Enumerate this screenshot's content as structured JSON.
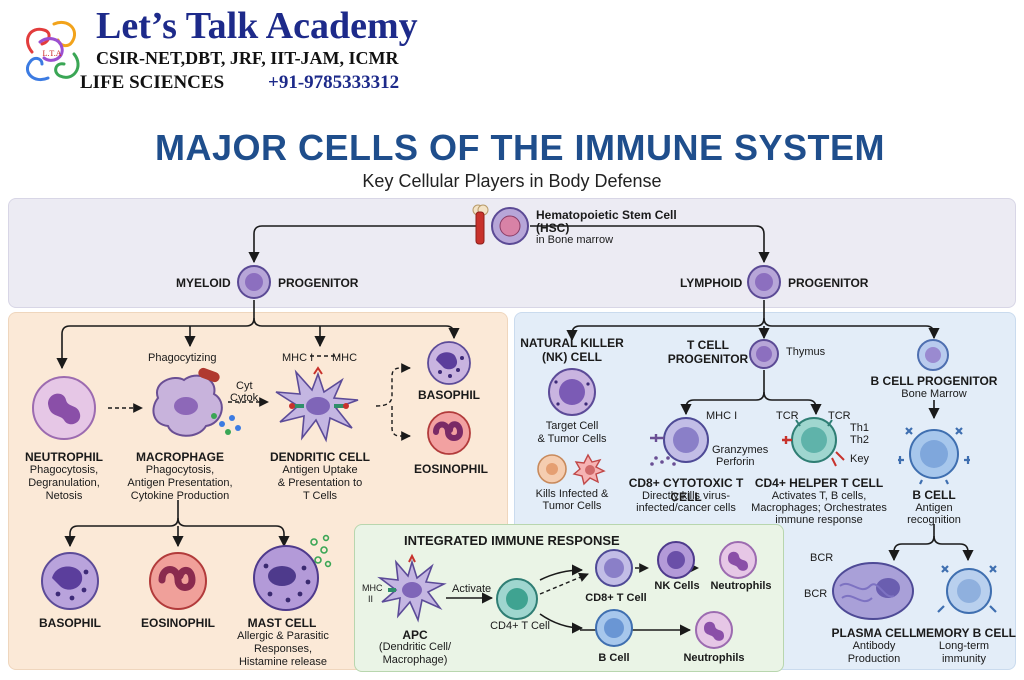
{
  "colors": {
    "title_blue": "#1f4e8c",
    "progenitor_bg": "#ecebf3",
    "myeloid_bg": "#fbe9d7",
    "lymphoid_bg": "#e3edf8",
    "integrated_bg": "#eaf4e6"
  },
  "header": {
    "academy_name": "Let’s Talk Academy",
    "exams": "CSIR-NET,DBT, JRF, IIT-JAM, ICMR",
    "subject": "LIFE SCIENCES",
    "phone": "+91-9785333312"
  },
  "diagram": {
    "title": "MAJOR CELLS OF THE IMMUNE SYSTEM",
    "subtitle": "Key Cellular Players in Body Defense",
    "hsc": {
      "line1": "Hematopoietic Stem Cell",
      "line2": "(HSC)",
      "line3": "in Bone marrow"
    },
    "myeloid_left": "MYELOID",
    "myeloid_right": "PROGENITOR",
    "lymphoid_left": "LYMPHOID",
    "lymphoid_right": "PROGENITOR",
    "myeloid": {
      "phagocytizing": "Phagocytizing",
      "cyt": "Cyt",
      "cytok": "Cytok",
      "mhc_i": "MHC I",
      "mhc_ii": "MHC",
      "neutrophil": {
        "name": "NEUTROPHIL",
        "desc1": "Phagocytosis,",
        "desc2": "Degranulation,",
        "desc3": "Netosis"
      },
      "macrophage": {
        "name": "MACROPHAGE",
        "desc1": "Phagocytosis,",
        "desc2": "Antigen Presentation,",
        "desc3": "Cytokine Production"
      },
      "dendritic": {
        "name": "DENDRITIC CELL",
        "desc1": "Antigen Uptake",
        "desc2": "& Presentation to",
        "desc3": "T Cells"
      },
      "basophil_top": "BASOPHIL",
      "eosinophil_top": "EOSINOPHIL",
      "basophil_bottom": "BASOPHIL",
      "eosinophil_bottom": "EOSINOPHIL",
      "mast": {
        "name": "MAST CELL",
        "desc1": "Allergic & Parasitic",
        "desc2": "Responses,",
        "desc3": "Histamine release"
      }
    },
    "lymphoid": {
      "nk": {
        "name1": "NATURAL KILLER",
        "name2": "(NK) CELL",
        "desc1": "Target Cell",
        "desc2": "& Tumor Cells",
        "desc3": "Kills Infected &",
        "desc4": "Tumor Cells"
      },
      "t_prog": {
        "name1": "T CELL",
        "name2": "PROGENITOR",
        "site": "Thymus"
      },
      "b_prog": {
        "name": "B CELL PROGENITOR",
        "site": "Bone Marrow"
      },
      "mhc_i": "MHC I",
      "tcr1": "TCR",
      "tcr2": "TCR",
      "th1": "Th1",
      "th2": "Th2",
      "key": "Key",
      "granzymes": "Granzymes",
      "perforin": "Perforin",
      "cd8": {
        "name": "CD8+ CYTOTOXIC T CELL",
        "desc1": "Directly kills virus-",
        "desc2": "infected/cancer cells"
      },
      "cd4": {
        "name": "CD4+ HELPER T CELL",
        "desc1": "Activates T, B cells,",
        "desc2": "Macrophages; Orchestrates",
        "desc3": "immune response"
      },
      "bcell": {
        "name": "B CELL",
        "desc1": "Antigen",
        "desc2": "recognition"
      },
      "bcr1": "BCR",
      "bcr2": "BCR",
      "plasma": {
        "name": "PLASMA CELL",
        "desc1": "Antibody",
        "desc2": "Production"
      },
      "memory": {
        "name": "MEMORY B CELL",
        "desc1": "Long-term",
        "desc2": "immunity"
      }
    },
    "integrated": {
      "title": "INTEGRATED IMMUNE RESPONSE",
      "mhc": "MHC",
      "mhc_ii": "II",
      "activate": "Activate",
      "apc": {
        "name": "APC",
        "desc1": "(Dendritic Cell/",
        "desc2": "Macrophage)"
      },
      "cd4": "CD4+ T Cell",
      "cd8": "CD8+ T Cell",
      "nk": "NK Cells",
      "neutrophils_top": "Neutrophils",
      "bcell": "B Cell",
      "neutrophils_bottom": "Neutrophils"
    }
  }
}
